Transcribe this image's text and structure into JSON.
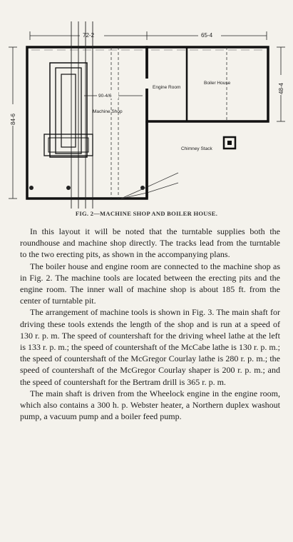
{
  "figure": {
    "dims": {
      "width_left": "72-2",
      "width_right": "65-4",
      "height_left": "84-6",
      "height_right": "48-4",
      "inner": "90-4/6"
    },
    "labels": {
      "engine_room": "Engine Room",
      "boiler_house": "Boiler House",
      "machine_shop": "Machine Shop",
      "chimney_stack": "Chimney Stack"
    },
    "caption": "FIG. 2—MACHINE SHOP AND BOILER HOUSE."
  },
  "paragraphs": [
    "In this layout it will be noted that the turntable supplies both the roundhouse and machine shop directly. The tracks lead from the turntable to the two erecting pits, as shown in the accompanying plans.",
    "The boiler house and engine room are connected to the machine shop as in Fig. 2. The machine tools are located between the erecting pits and the engine room. The inner wall of machine shop is about 185 ft. from the center of turntable pit.",
    "The arrangement of machine tools is shown in Fig. 3. The main shaft for driving these tools extends the length of the shop and is run at a speed of 130 r. p. m. The speed of countershaft for the driving wheel lathe at the left is 133 r. p. m.; the speed of countershaft of the McCabe lathe is 130 r. p. m.; the speed of countershaft of the McGregor Courlay lathe is 280 r. p. m.; the speed of countershaft of the McGregor Courlay shaper is 200 r. p. m.; and the speed of countershaft for the Bertram drill is 365 r. p. m.",
    "The main shaft is driven from the Wheelock engine in the engine room, which also contains a 300 h. p. Webster heater, a Northern duplex washout pump, a vacuum pump and a boiler feed pump."
  ]
}
